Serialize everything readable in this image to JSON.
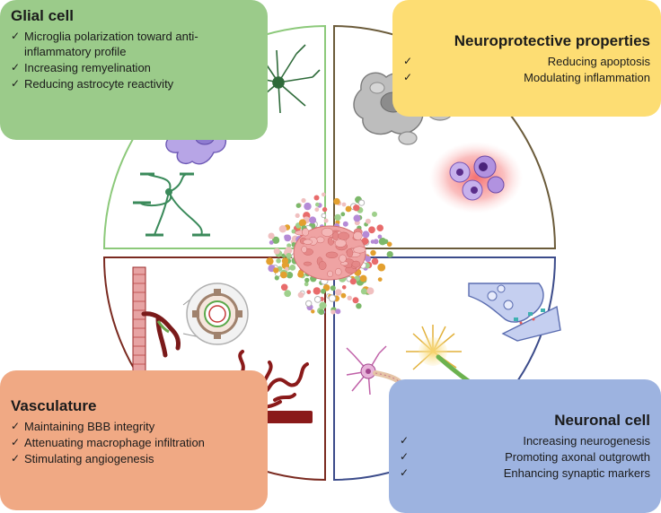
{
  "panels": {
    "glial": {
      "title": "Glial cell",
      "items": [
        "Microglia polarization toward anti-inflammatory profile",
        "Increasing remyelination",
        "Reducing astrocyte reactivity"
      ]
    },
    "neuroprotective": {
      "title": "Neuroprotective properties",
      "items": [
        "Reducing apoptosis",
        "Modulating inflammation"
      ]
    },
    "vasculature": {
      "title": "Vasculature",
      "items": [
        "Maintaining BBB integrity",
        "Attenuating macrophage infiltration",
        "Stimulating angiogenesis"
      ]
    },
    "neuronal": {
      "title": "Neuronal cell",
      "items": [
        "Increasing neurogenesis",
        "Promoting axonal outgrowth",
        "Enhancing synaptic markers"
      ]
    }
  },
  "colors": {
    "glial_panel": "#9bcb8a",
    "neuroprotective_panel": "#fddd73",
    "vasculature_panel": "#f0a984",
    "neuronal_panel": "#9db3e0",
    "glial_quadrant_border": "#8cc97a",
    "neuroprotective_quadrant_border": "#6b5b3a",
    "vasculature_quadrant_border": "#7a2a20",
    "neuronal_quadrant_border": "#3b4b8a"
  },
  "icons": [
    "microglia-icon",
    "astrocyte-icon",
    "oligodendrocyte-icon",
    "apoptotic-cell-icon",
    "inflammation-cells-icon",
    "blood-vessel-icon",
    "vessel-cross-section-icon",
    "angiogenesis-vessels-icon",
    "synapse-icon",
    "neuron-icon",
    "radial-cell-icon",
    "central-vesicle-cluster-icon"
  ]
}
